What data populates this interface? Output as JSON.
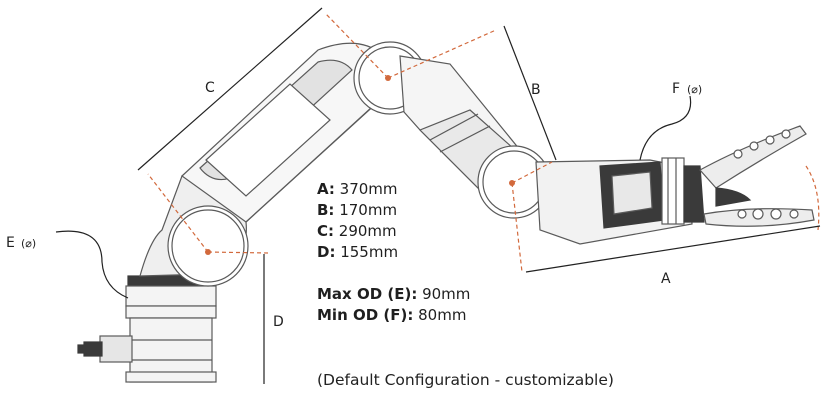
{
  "labels": {
    "a": "A",
    "b": "B",
    "c": "C",
    "d": "D",
    "e": "E",
    "e_symbol": "(⌀)",
    "f": "F",
    "f_symbol": "(⌀)"
  },
  "specs": [
    {
      "key": "A:",
      "value": " 370mm"
    },
    {
      "key": "B:",
      "value": " 170mm"
    },
    {
      "key": "C:",
      "value": " 290mm"
    },
    {
      "key": "D:",
      "value": " 155mm"
    }
  ],
  "diameters": [
    {
      "key": "Max OD (E):",
      "value": " 90mm"
    },
    {
      "key": "Min OD (F):",
      "value": " 80mm"
    }
  ],
  "note": "(Default Configuration - customizable)",
  "colors": {
    "dimension_line": "#222222",
    "joint_axis": "#d2693c",
    "robot_outline": "#5a5a5a",
    "robot_fill": "#f4f4f4",
    "robot_dark": "#3a3a3a"
  }
}
